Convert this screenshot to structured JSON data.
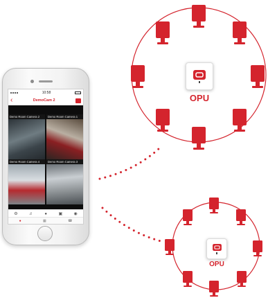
{
  "colors": {
    "accent": "#d4242d",
    "circle": "#d4242d",
    "phone_frame": "#eeeeee"
  },
  "phone": {
    "status_bar": {
      "time": "10:58"
    },
    "nav": {
      "back_icon": "back-chevron-icon",
      "title": "DemoCam 2",
      "logo_icon": "opu-logo-icon"
    },
    "tiles": [
      {
        "label": "Demo Room Camera 2"
      },
      {
        "label": "Demo Room Camera 1"
      },
      {
        "label": "Demo Room Camera 4"
      },
      {
        "label": "Demo Room Camera 3"
      }
    ],
    "controls": [
      "settings-icon",
      "speaker-icon",
      "microphone-icon",
      "snapshot-icon",
      "record-icon"
    ],
    "tabbar": [
      {
        "icon": "pin-icon",
        "active": true
      },
      {
        "icon": "grid-icon",
        "active": false
      },
      {
        "icon": "phone-icon",
        "active": false
      }
    ]
  },
  "hubs": [
    {
      "label": "OPU",
      "icon": "opu-device-icon"
    },
    {
      "label": "OPU",
      "icon": "opu-device-icon"
    }
  ],
  "diagram": {
    "large_ring_cameras": 8,
    "small_ring_cameras": 8,
    "camera_icon": "security-camera-icon",
    "links": [
      "phone-to-large-ring",
      "phone-to-small-ring"
    ]
  }
}
